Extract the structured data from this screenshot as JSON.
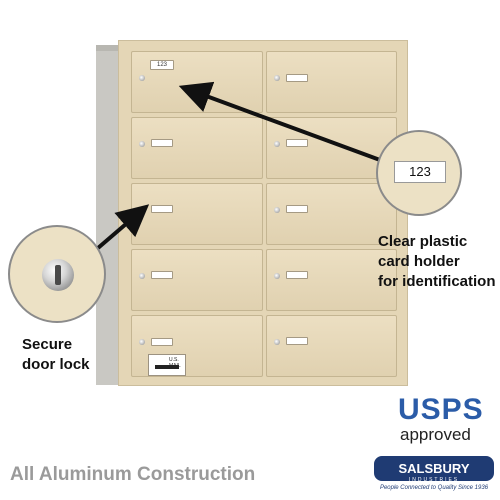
{
  "mailbox": {
    "first_card_number": "123",
    "mail_plate_text": "U.S. MAIL"
  },
  "callouts": {
    "card_number": "123",
    "card_holder_text": [
      "Clear plastic",
      "card holder",
      "for identification"
    ],
    "lock_text": [
      "Secure",
      "door lock"
    ]
  },
  "footer": {
    "construction": "All Aluminum Construction",
    "usps": "USPS",
    "approved": "approved",
    "brand": "SALSBURY",
    "brand_sub": "INDUSTRIES",
    "tagline": "People Connected to Quality Since 1936"
  },
  "colors": {
    "door": "#e4d6b6",
    "usps_blue": "#2b5ca8",
    "usps_red": "#c8232c",
    "brand_navy": "#1f3b73"
  }
}
